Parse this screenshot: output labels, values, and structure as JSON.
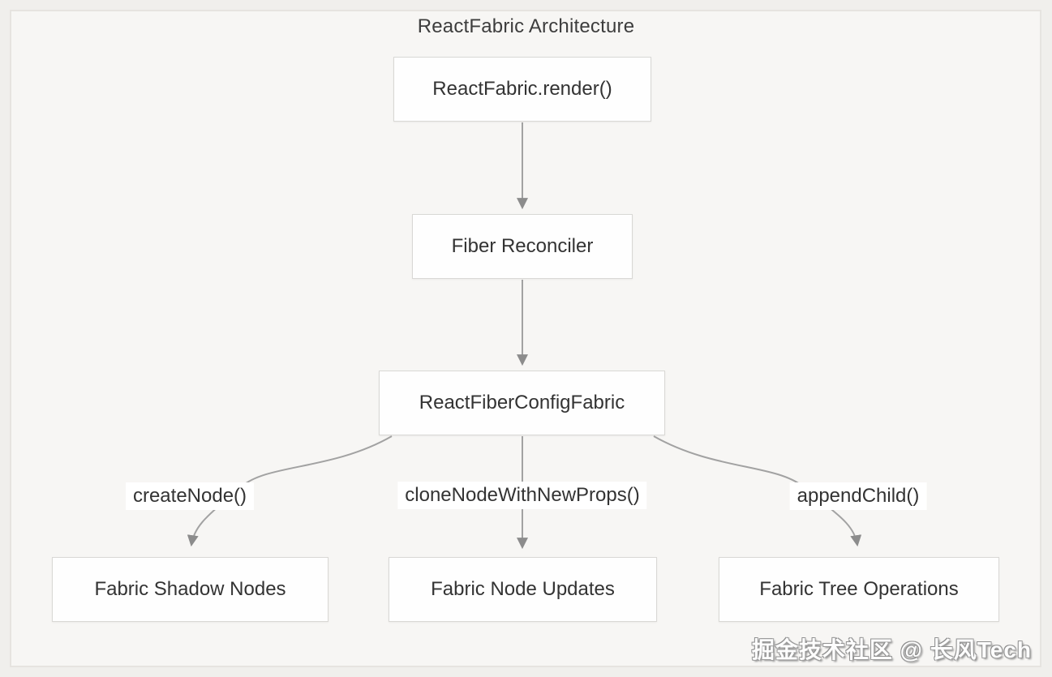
{
  "title": "ReactFabric Architecture",
  "nodes": {
    "render": {
      "label": "ReactFabric.render()"
    },
    "reconciler": {
      "label": "Fiber Reconciler"
    },
    "config": {
      "label": "ReactFiberConfigFabric"
    },
    "shadow": {
      "label": "Fabric Shadow Nodes"
    },
    "updates": {
      "label": "Fabric Node Updates"
    },
    "tree": {
      "label": "Fabric Tree Operations"
    }
  },
  "edge_labels": {
    "create": "createNode()",
    "clone": "cloneNodeWithNewProps()",
    "append": "appendChild()"
  },
  "watermark": "掘金技术社区 @ 长风Tech",
  "colors": {
    "page_background": "#f0efec",
    "panel_background": "#f7f6f4",
    "panel_border": "#e6e4e0",
    "node_fill": "#fefefe",
    "node_border": "#d9d8d5",
    "node_text": "#333333",
    "edge_stroke": "#a2a2a2",
    "arrowhead_fill": "#8c8c8c",
    "watermark_text": "#fdfdfd"
  }
}
